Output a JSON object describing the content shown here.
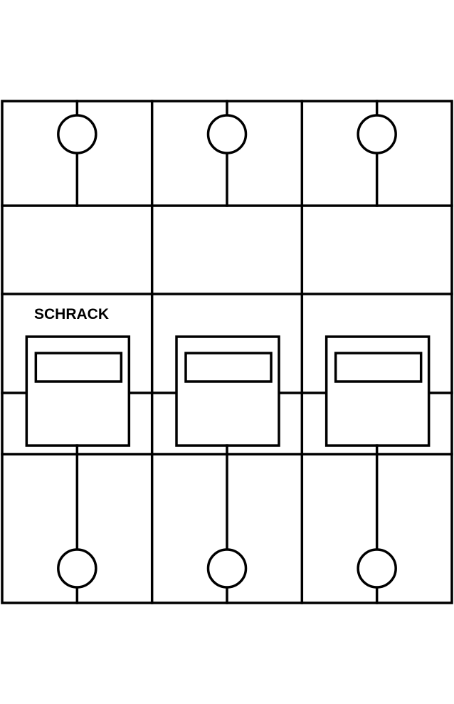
{
  "brand": "SCHRACK",
  "poles": [
    {
      "id": "pole-1",
      "terminal_top": "top-terminal",
      "terminal_bottom": "bottom-terminal"
    },
    {
      "id": "pole-2",
      "terminal_top": "top-terminal",
      "terminal_bottom": "bottom-terminal"
    },
    {
      "id": "pole-3",
      "terminal_top": "top-terminal",
      "terminal_bottom": "bottom-terminal"
    }
  ],
  "colors": {
    "stroke": "#000000",
    "background": "#ffffff"
  }
}
